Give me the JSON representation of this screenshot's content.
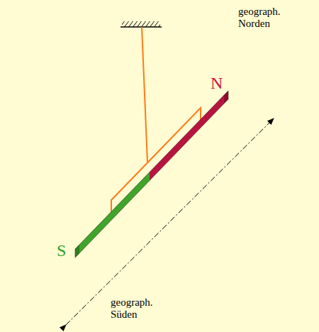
{
  "diagram": {
    "labels": [
      "N",
      "geograph. Norden",
      "S",
      "geograph. Süden"
    ]
  }
}
